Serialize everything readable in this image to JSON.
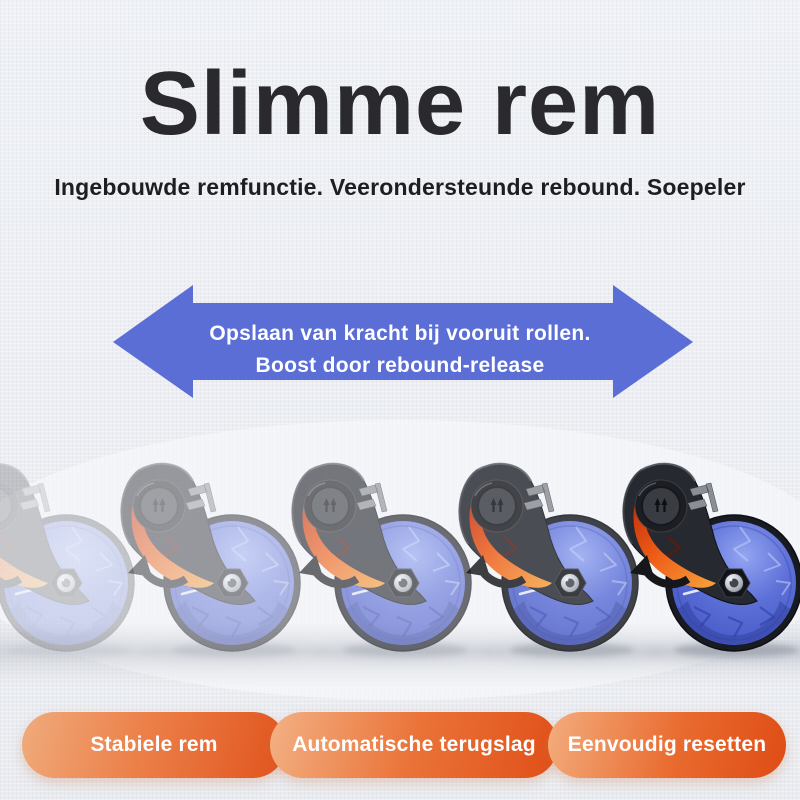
{
  "header": {
    "title": "Slimme rem",
    "subtitle": "Ingebouwde remfunctie. Veerondersteunde rebound. Soepeler"
  },
  "arrow_banner": {
    "line1": "Opslaan van kracht bij vooruit rollen.",
    "line2": "Boost door rebound-release",
    "fill": "#5a6ed6",
    "text_color": "#ffffff"
  },
  "product": {
    "name": "ab-roller-smart-brake-motion-sequence",
    "frames": [
      {
        "opacity": 0.22
      },
      {
        "opacity": 0.45
      },
      {
        "opacity": 0.62
      },
      {
        "opacity": 0.82
      },
      {
        "opacity": 1
      }
    ],
    "colors": {
      "wheel_blue": "#5569d4",
      "wheel_dark_blue": "#4152ba",
      "tire": "#181b22",
      "arm": "#272931",
      "flame_dark": "#c22d08",
      "flame_light": "#f7a33b"
    }
  },
  "features": {
    "pills": [
      {
        "label": "Stabiele rem"
      },
      {
        "label": "Automatische terugslag"
      },
      {
        "label": "Eenvoudig resetten"
      }
    ],
    "gradient_start": "#f3b68c",
    "gradient_end": "#e25017"
  }
}
